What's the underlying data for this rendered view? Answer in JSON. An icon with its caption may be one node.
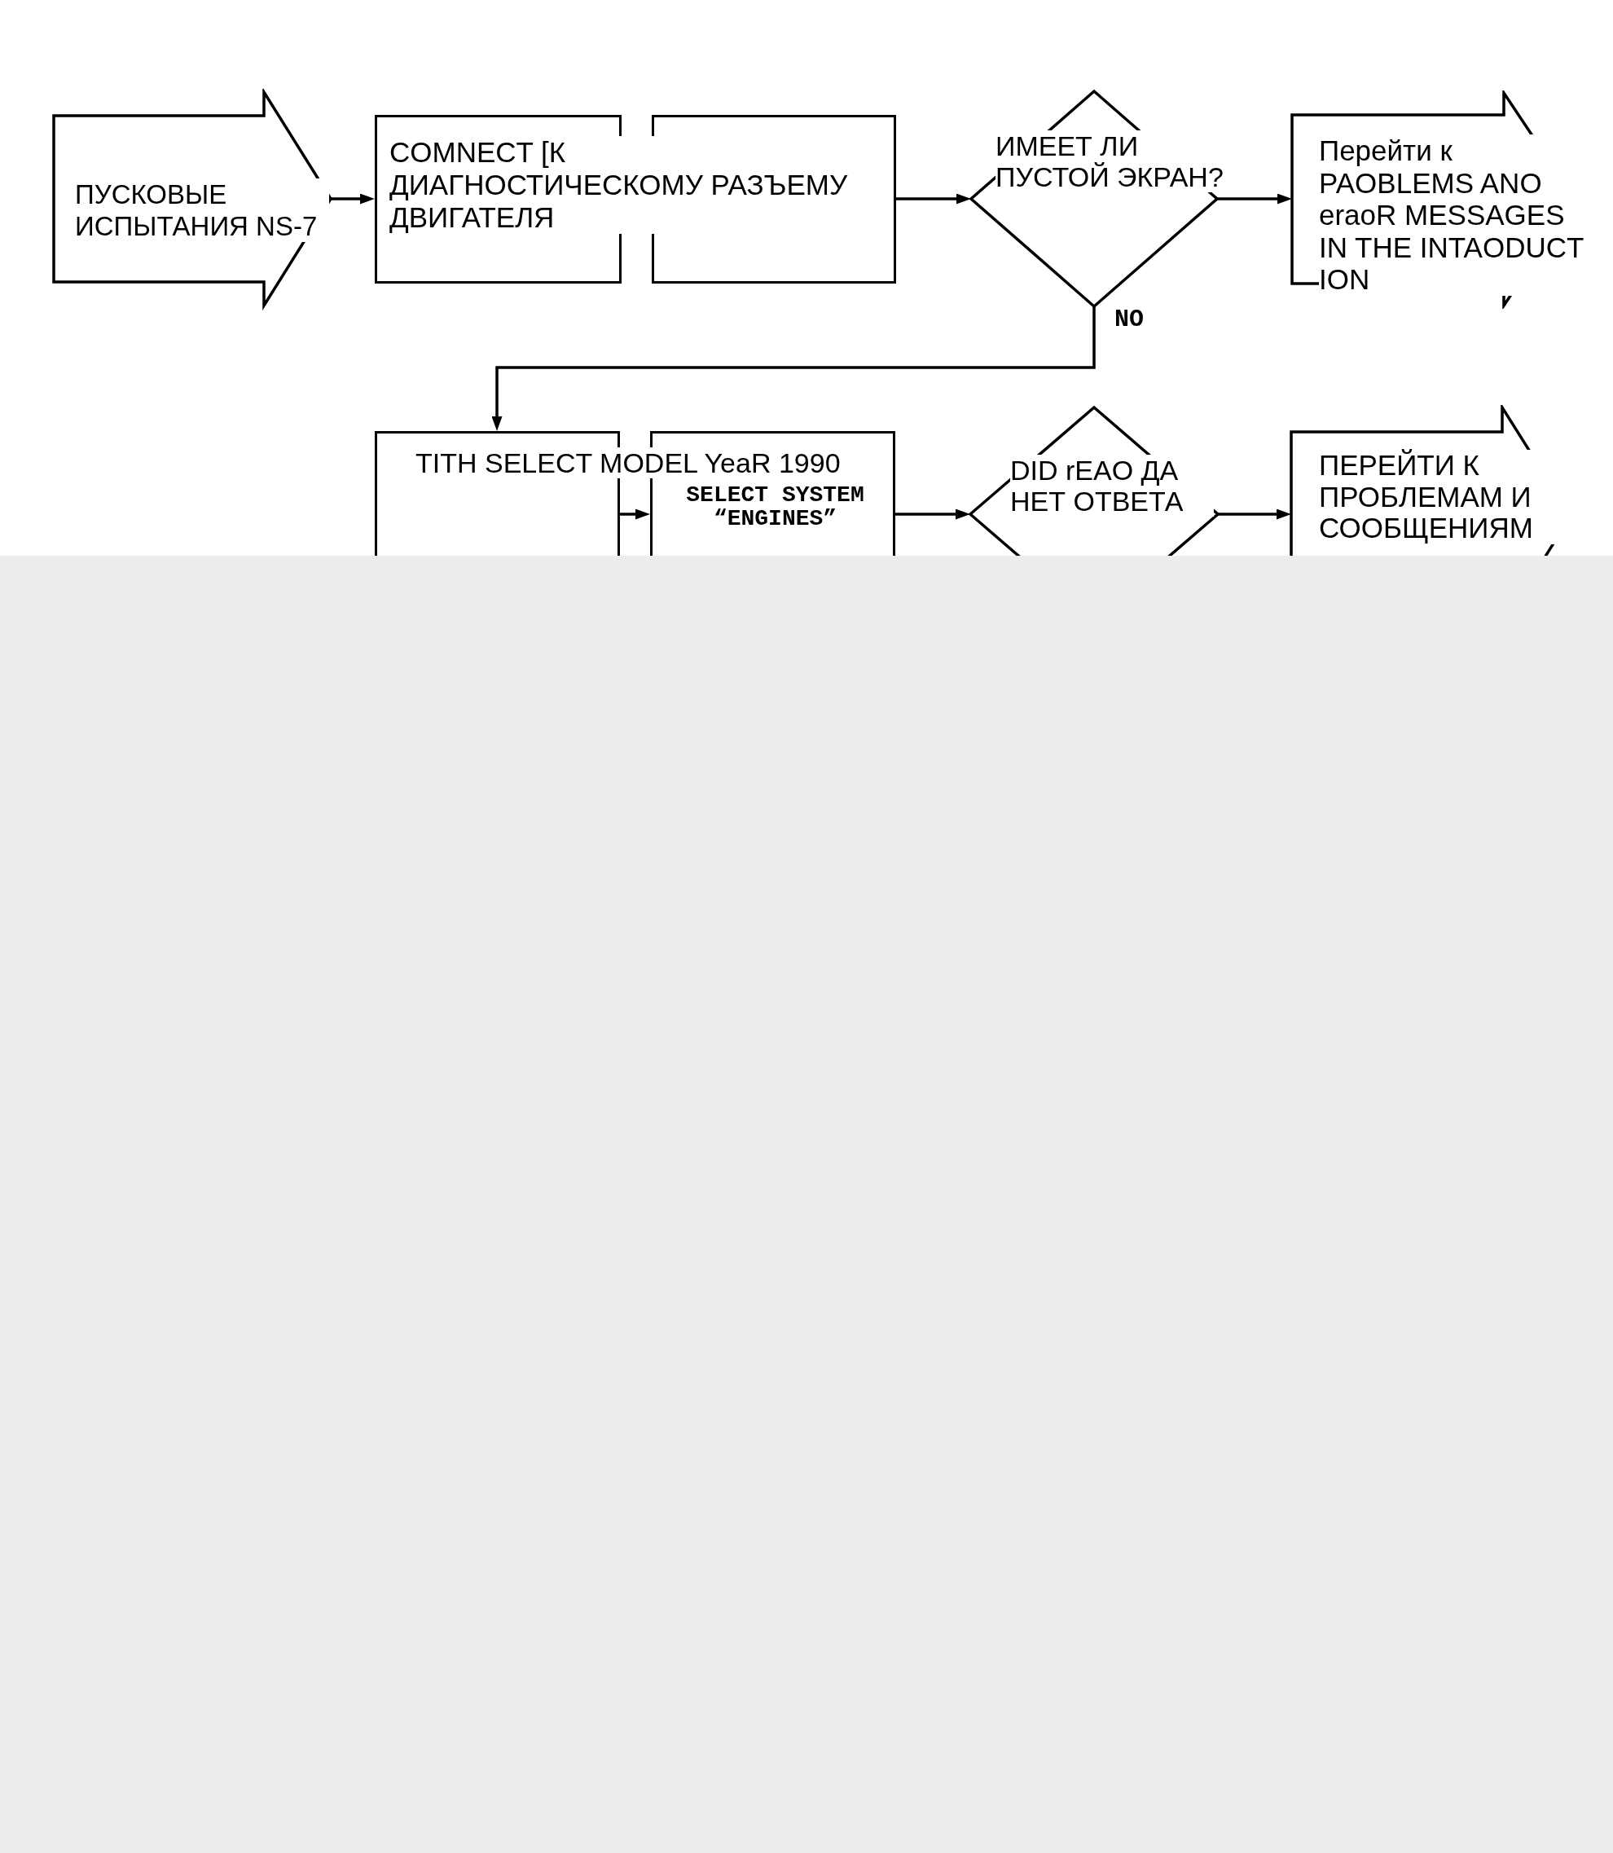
{
  "diagram": {
    "nodes": [
      {
        "text": [
          "ПУСКОВЫЕ ИСПЫТАНИЯ NS-7"
        ]
      },
      {
        "text": [
          "COMNECT [К ДИАГНОСТИЧЕСКОМУ РАЗЪЕМУ ДВИГАТЕЛЯ"
        ]
      },
      {
        "text": [],
        "shape": "box"
      },
      {
        "text": [
          "ИМЕЕТ ЛИ ПУСТОЙ ЭКРАН?"
        ]
      },
      {
        "text": [
          "Перейти к PAOBLEMS ANO eraoR MESSAGES IN THE INTAODUCT ION"
        ]
      },
      {
        "text": [
          "TITH SELECT MODEL YeaR 1990"
        ]
      },
      {
        "text": [
          "SELECT SYSTEM “ENGINES”"
        ]
      },
      {
        "text": [
          "DID rEAO ДА НЕТ ОТВЕТА"
        ]
      },
      {
        "text": [
          "ПЕРЕЙТИ К ПРОБЛЕМАМ И СООБЩЕНИЯМ"
        ]
      }
    ],
    "edges": [
      {
        "from": 0,
        "to": 1,
        "arrow": "to"
      },
      {
        "from": 2,
        "to": 3,
        "arrow": "to"
      },
      {
        "from": 3,
        "to": 4,
        "arrow": "to"
      },
      {
        "from": 3,
        "to": 5,
        "arrow": "to",
        "label": "NO"
      },
      {
        "from": 5,
        "to": 6,
        "arrow": "to"
      },
      {
        "from": 6,
        "to": 7,
        "arrow": "to"
      },
      {
        "from": 7,
        "to": 8,
        "arrow": "to"
      }
    ]
  }
}
